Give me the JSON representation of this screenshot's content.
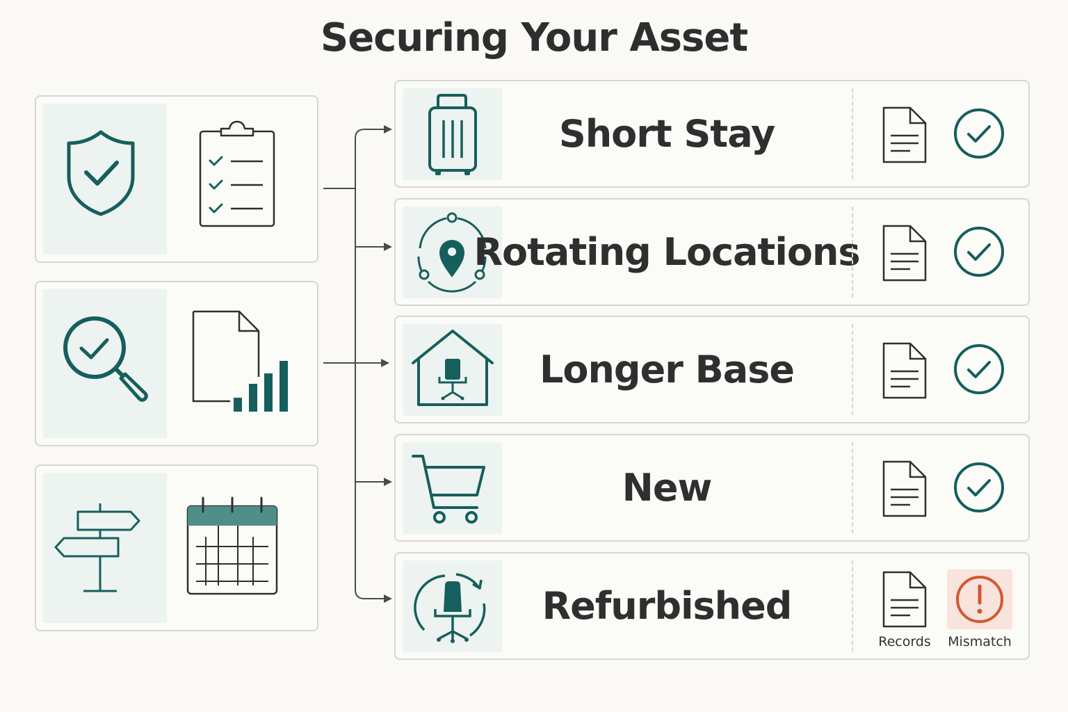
{
  "title": "Securing Your Asset",
  "left_groups": [
    {
      "icons": [
        "shield-check-icon",
        "checklist-clipboard-icon"
      ]
    },
    {
      "icons": [
        "magnifier-check-icon",
        "document-bar-chart-icon"
      ]
    },
    {
      "icons": [
        "signpost-icon",
        "calendar-icon"
      ]
    }
  ],
  "rows": [
    {
      "label": "Short Stay",
      "icon": "suitcase-icon",
      "doc_icon": "document-icon",
      "status_icon": "check-circle-icon"
    },
    {
      "label": "Rotating Locations",
      "icon": "location-pin-cycle-icon",
      "doc_icon": "document-icon",
      "status_icon": "check-circle-icon"
    },
    {
      "label": "Longer Base",
      "icon": "house-chair-icon",
      "doc_icon": "document-icon",
      "status_icon": "check-circle-icon"
    },
    {
      "label": "New",
      "icon": "shopping-cart-icon",
      "doc_icon": "document-icon",
      "status_icon": "check-circle-icon"
    },
    {
      "label": "Refurbished",
      "icon": "chair-refresh-icon",
      "doc_icon": "document-icon",
      "status_icon": "alert-circle-icon",
      "doc_caption": "Records",
      "status_caption": "Mismatch"
    }
  ],
  "colors": {
    "teal": "#155f5d",
    "teal_light": "#edf3f0",
    "alert": "#d4572f",
    "alert_bg": "#f8e4dd",
    "border": "#d7d7d2",
    "background": "#faf9f5"
  }
}
